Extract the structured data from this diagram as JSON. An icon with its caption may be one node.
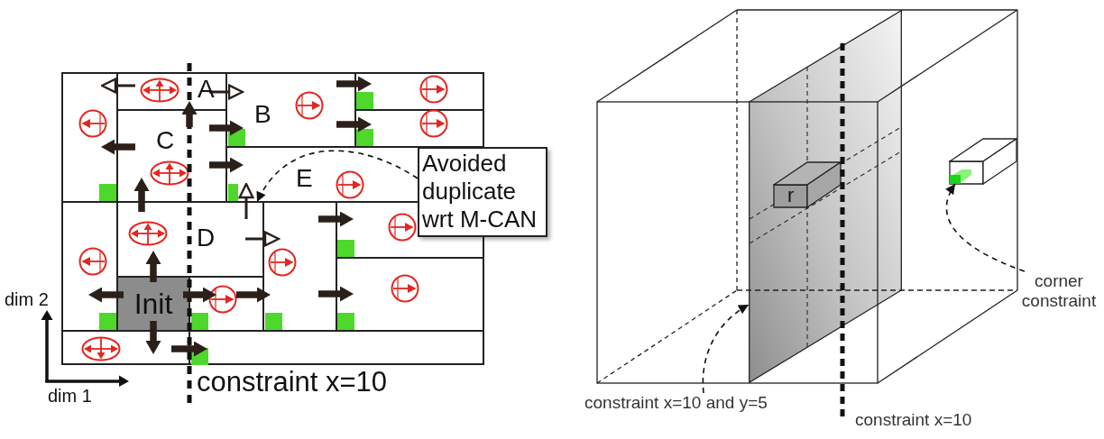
{
  "diagram": {
    "nodes": [
      {
        "text": [],
        "shape": "box"
      },
      {
        "text": [
          "A"
        ]
      },
      {
        "text": [
          "B"
        ]
      },
      {
        "text": [],
        "shape": "box"
      },
      {
        "text": [
          "C"
        ]
      },
      {
        "text": [],
        "shape": "box"
      },
      {
        "text": [
          "E"
        ]
      },
      {
        "text": [],
        "shape": "box"
      },
      {
        "text": [
          "D"
        ]
      },
      {
        "text": [],
        "shape": "box"
      },
      {
        "text": [],
        "shape": "box"
      },
      {
        "text": [],
        "shape": "box"
      },
      {
        "text": [
          "Init"
        ]
      },
      {
        "text": [],
        "shape": "box"
      },
      {
        "text": [],
        "shape": "box"
      },
      {
        "text": [],
        "shape": "box"
      },
      {
        "text": [
          "Avoided duplicate wrt M-CAN"
        ]
      },
      {
        "text": [],
        "shape": "parallelogram"
      },
      {
        "text": [
          "r"
        ],
        "in": 17
      },
      {
        "text": [],
        "shape": "box"
      },
      {
        "text": [],
        "shape": "box"
      },
      {
        "text": [
          "constraint x=10 and y=5"
        ]
      },
      {
        "text": [
          "corner constraint"
        ]
      }
    ],
    "edges": [
      {
        "from": 1,
        "to": 0,
        "arrow": "to"
      },
      {
        "from": 1,
        "to": 2,
        "arrow": "to"
      },
      {
        "from": 2,
        "to": 3,
        "arrow": "to"
      },
      {
        "from": 4,
        "to": 1,
        "arrow": "to"
      },
      {
        "from": 2,
        "to": 5,
        "arrow": "to"
      },
      {
        "from": 4,
        "to": 2,
        "arrow": "to"
      },
      {
        "from": 4,
        "to": 0,
        "arrow": "to"
      },
      {
        "from": 4,
        "to": 6,
        "arrow": "to"
      },
      {
        "from": 8,
        "to": 4,
        "arrow": "to"
      },
      {
        "from": 8,
        "to": 6,
        "arrow": "to"
      },
      {
        "from": 9,
        "to": 10,
        "arrow": "to"
      },
      {
        "from": 8,
        "to": 9,
        "arrow": "to"
      },
      {
        "from": 12,
        "to": 8,
        "arrow": "to"
      },
      {
        "from": 12,
        "to": 7,
        "arrow": "to"
      },
      {
        "from": 12,
        "to": 13,
        "arrow": "to"
      },
      {
        "from": 13,
        "to": 9,
        "arrow": "to"
      },
      {
        "from": 9,
        "to": 11,
        "arrow": "to"
      },
      {
        "from": 12,
        "to": 14,
        "arrow": "to"
      },
      {
        "from": 14,
        "to": 15,
        "arrow": "to"
      },
      {
        "from": 16,
        "to": 6,
        "arrow": "to",
        "style": "dashed"
      },
      {
        "from": 21,
        "to": 17,
        "arrow": "to",
        "style": "dashed"
      },
      {
        "from": 22,
        "to": 20,
        "arrow": "to",
        "style": "dashed"
      }
    ],
    "labels": [
      "dim 2",
      "dim 1",
      "constraint x=10",
      "constraint x=10"
    ]
  }
}
